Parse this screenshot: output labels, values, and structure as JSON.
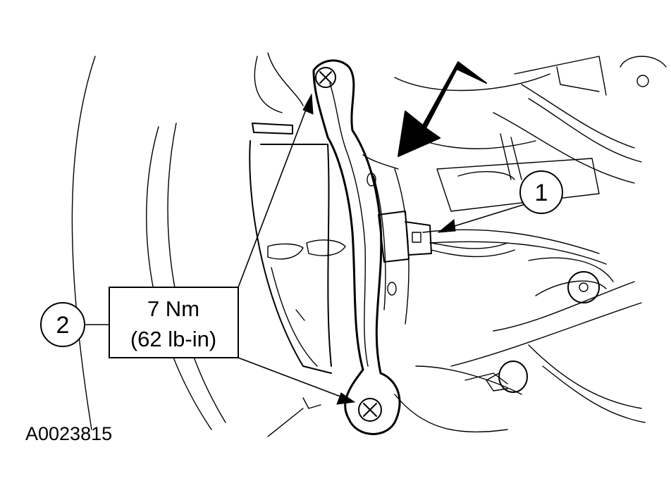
{
  "callouts": [
    {
      "number": "1"
    },
    {
      "number": "2"
    }
  ],
  "torque_spec": {
    "line1": "7 Nm",
    "line2": "(62 lb-in)"
  },
  "figure_id": "A0023815",
  "colors": {
    "line": "#000000",
    "background": "#ffffff"
  }
}
